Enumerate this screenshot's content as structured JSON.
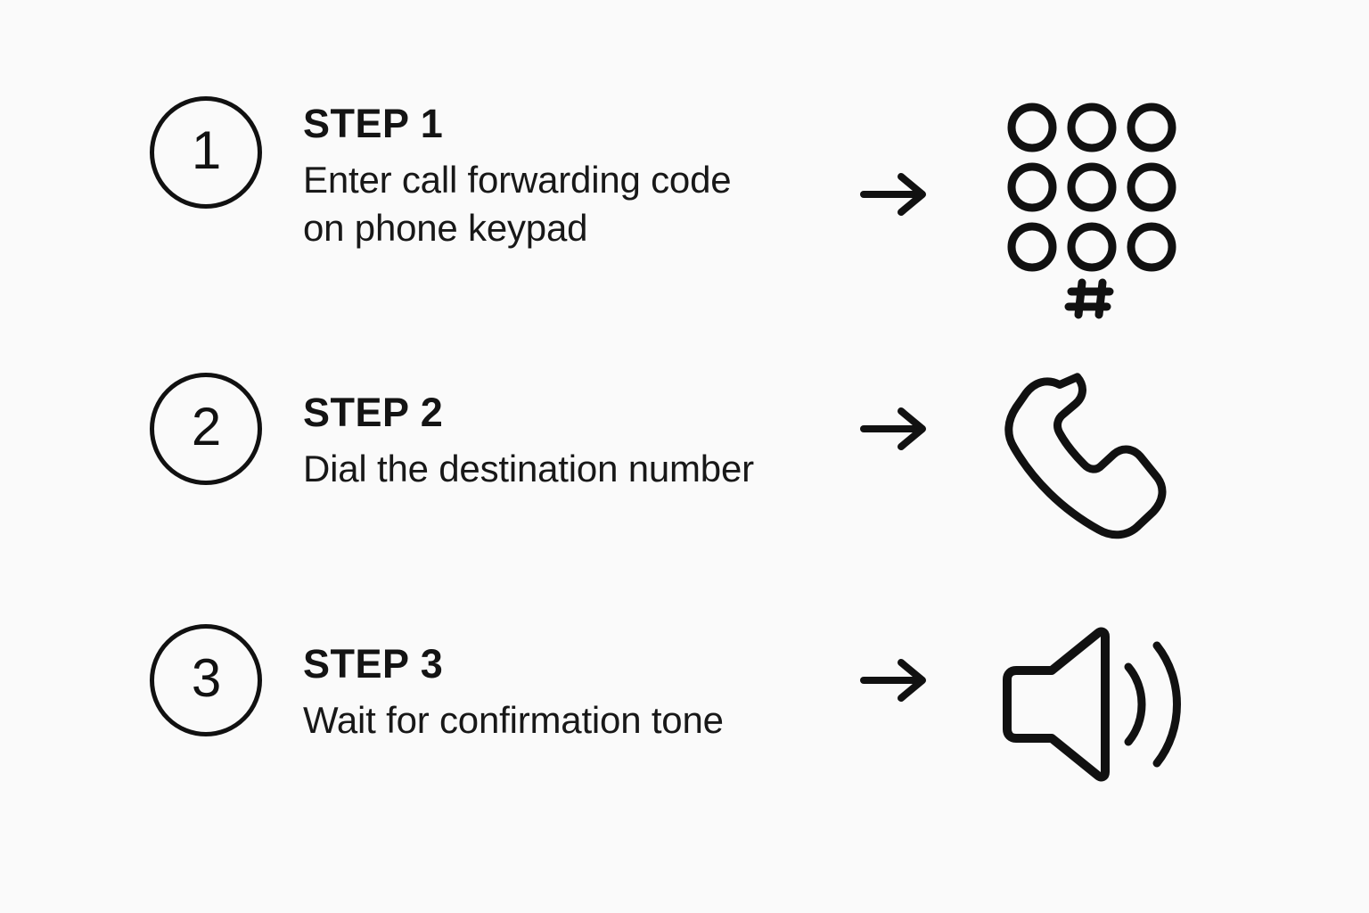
{
  "background_color": "#fafafa",
  "ink_color": "#111111",
  "instruction_set": {
    "steps": [
      {
        "number": "1",
        "title": "STEP 1",
        "description": "Enter call forwarding code on phone keypad",
        "description_line_1": "Enter call forwarding code",
        "description_line_2": "on phone keypad",
        "arrow": "arrow-right",
        "icon_name": "phone-keypad-icon",
        "icon_symbol": "#"
      },
      {
        "number": "2",
        "title": "STEP 2",
        "description": "Dial the destination number",
        "description_line_1": "Dial the destination number",
        "description_line_2": "",
        "arrow": "arrow-right",
        "icon_name": "phone-handset-icon",
        "icon_symbol": ""
      },
      {
        "number": "3",
        "title": "STEP 3",
        "description": "Wait for confirmation tone",
        "description_line_1": "Wait for confirmation tone",
        "description_line_2": "",
        "arrow": "arrow-right",
        "icon_name": "speaker-sound-icon",
        "icon_symbol": ""
      }
    ]
  }
}
